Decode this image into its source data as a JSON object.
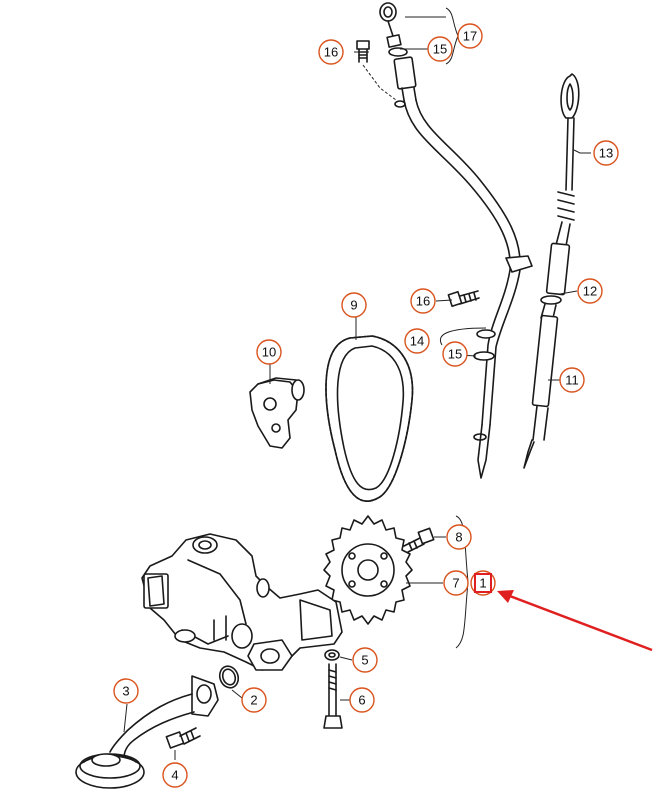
{
  "callouts": [
    {
      "id": "c1",
      "label": "1"
    },
    {
      "id": "c2",
      "label": "2"
    },
    {
      "id": "c3",
      "label": "3"
    },
    {
      "id": "c4",
      "label": "4"
    },
    {
      "id": "c5",
      "label": "5"
    },
    {
      "id": "c6",
      "label": "6"
    },
    {
      "id": "c7",
      "label": "7"
    },
    {
      "id": "c8",
      "label": "8"
    },
    {
      "id": "c9",
      "label": "9"
    },
    {
      "id": "c10",
      "label": "10"
    },
    {
      "id": "c11",
      "label": "11"
    },
    {
      "id": "c12",
      "label": "12"
    },
    {
      "id": "c13",
      "label": "13"
    },
    {
      "id": "c14",
      "label": "14"
    },
    {
      "id": "c15a",
      "label": "15"
    },
    {
      "id": "c15b",
      "label": "15"
    },
    {
      "id": "c16a",
      "label": "16"
    },
    {
      "id": "c16b",
      "label": "16"
    },
    {
      "id": "c17",
      "label": "17"
    }
  ],
  "colors": {
    "callout_ring": "#d9541e",
    "highlight": "#e02020",
    "line": "#1a1a1a"
  }
}
